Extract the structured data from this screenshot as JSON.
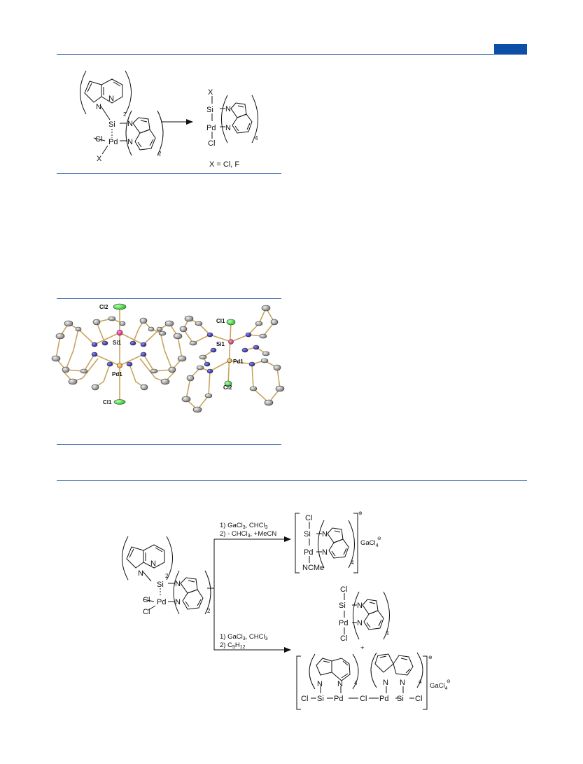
{
  "scheme1": {
    "atoms": {
      "N": "N",
      "Si": "Si",
      "Pd": "Pd",
      "Cl": "Cl",
      "X": "X"
    },
    "sub2": "2",
    "sub4": "4",
    "caption": "X = Cl, F"
  },
  "figure": {
    "labels": {
      "cl2_left": "Cl2",
      "si1_left": "Si1",
      "pd1_left": "Pd1",
      "cl1_left": "Cl1",
      "cl1_right": "Cl1",
      "si1_right": "Si1",
      "pd1_right": "Pd1",
      "cl2_right": "Cl2"
    }
  },
  "scheme2": {
    "conditions_top_1": "1) GaCl",
    "conditions_top_1b": ", CHCl",
    "conditions_top_2": "2) - CHCl",
    "conditions_top_2b": ", +MeCN",
    "conditions_bottom_1": "1) GaCl",
    "conditions_bottom_1b": ", CHCl",
    "conditions_bottom_2": "2) C",
    "conditions_bottom_2b": "H",
    "sub3": "3",
    "sub5": "5",
    "sub12": "12",
    "anion": "GaCl",
    "ncme": "NCMe",
    "plus": "+"
  }
}
